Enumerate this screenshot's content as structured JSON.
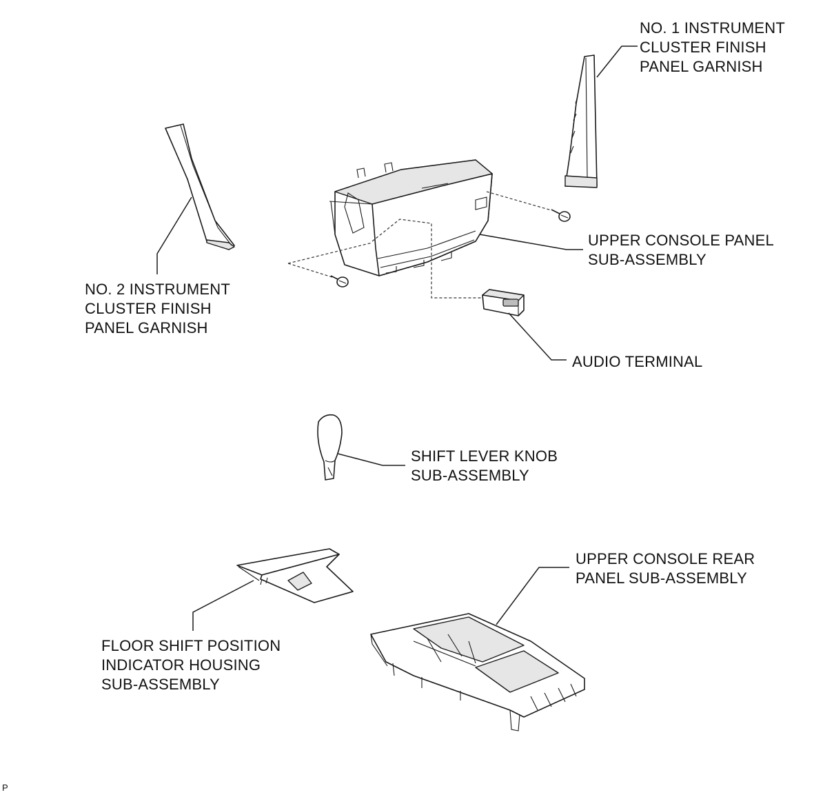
{
  "labels": {
    "no1_garnish": [
      "NO. 1 INSTRUMENT",
      "CLUSTER FINISH",
      "PANEL GARNISH"
    ],
    "no2_garnish": [
      "NO. 2 INSTRUMENT",
      "CLUSTER FINISH",
      "PANEL GARNISH"
    ],
    "upper_console_panel": [
      "UPPER CONSOLE PANEL",
      "SUB-ASSEMBLY"
    ],
    "audio_terminal": [
      "AUDIO TERMINAL"
    ],
    "shift_lever_knob": [
      "SHIFT LEVER KNOB",
      "SUB-ASSEMBLY"
    ],
    "upper_console_rear_panel": [
      "UPPER CONSOLE REAR",
      "PANEL SUB-ASSEMBLY"
    ],
    "floor_shift_indicator_housing": [
      "FLOOR SHIFT POSITION",
      "INDICATOR HOUSING",
      "SUB-ASSEMBLY"
    ]
  },
  "figure_code": "P",
  "colors": {
    "line": "#1a1a1a",
    "background": "#ffffff"
  }
}
